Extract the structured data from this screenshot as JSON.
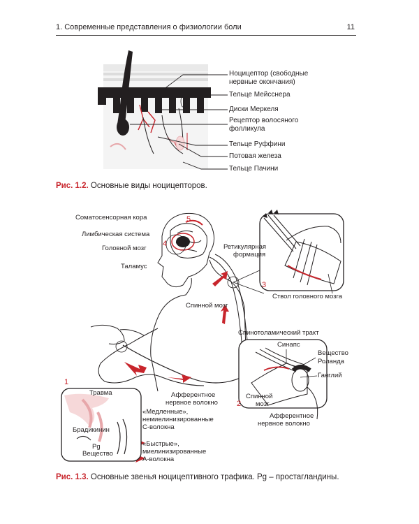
{
  "header": {
    "title": "1. Современные представления о физиологии боли",
    "page_number": "11"
  },
  "fig1": {
    "labels": [
      "Ноцицептор (свободные",
      "нервные окончания)",
      "Тельце Мейсснера",
      "Диски Меркеля",
      "Рецептор волосяного",
      "фолликула",
      "Тельце Руффини",
      "Потовая железа",
      "Тельце Пачини"
    ],
    "caption_prefix": "Рис. 1.2.",
    "caption_text": " Основные виды ноцицепторов."
  },
  "fig2": {
    "labels": {
      "somato": "Соматосенсорная кора",
      "limbic": "Лимбическая система",
      "brain": "Головной мозг",
      "thalamus": "Таламус",
      "reticular1": "Ретикулярная",
      "reticular2": "формация",
      "brainstem": "Ствол головного мозга",
      "spinal": "Спинной мозг",
      "spinothal": "Спинотоламический тракт",
      "synapse": "Синапс",
      "rolando1": "Вещество",
      "rolando2": "Роланда",
      "ganglion": "Ганглий",
      "spinal_small1": "Спинной",
      "spinal_small2": "мозг",
      "afferent_small1": "Афферентное",
      "afferent_small2": "нервное волокно",
      "afferent_main1": "Афферентное",
      "afferent_main2": "нервное волокно",
      "trauma": "Травма",
      "bradykinin": "Брадикинин",
      "pg": "Pg",
      "substance": "Вещество",
      "slow1": "«Медленные»,",
      "slow2": "немиелинизированные",
      "slow3": "С-волокна",
      "fast1": "«Быстрые»,",
      "fast2": "миелинизированные",
      "fast3": "А-волокна"
    },
    "numbers": {
      "n1": "1",
      "n2": "2",
      "n3": "3",
      "n4": "4",
      "n5": "5"
    },
    "caption_prefix": "Рис. 1.3.",
    "caption_text": " Основные звенья ноцицептивного трафика. Pg – простагландины."
  },
  "colors": {
    "accent": "#c8252c",
    "text": "#231f20"
  }
}
